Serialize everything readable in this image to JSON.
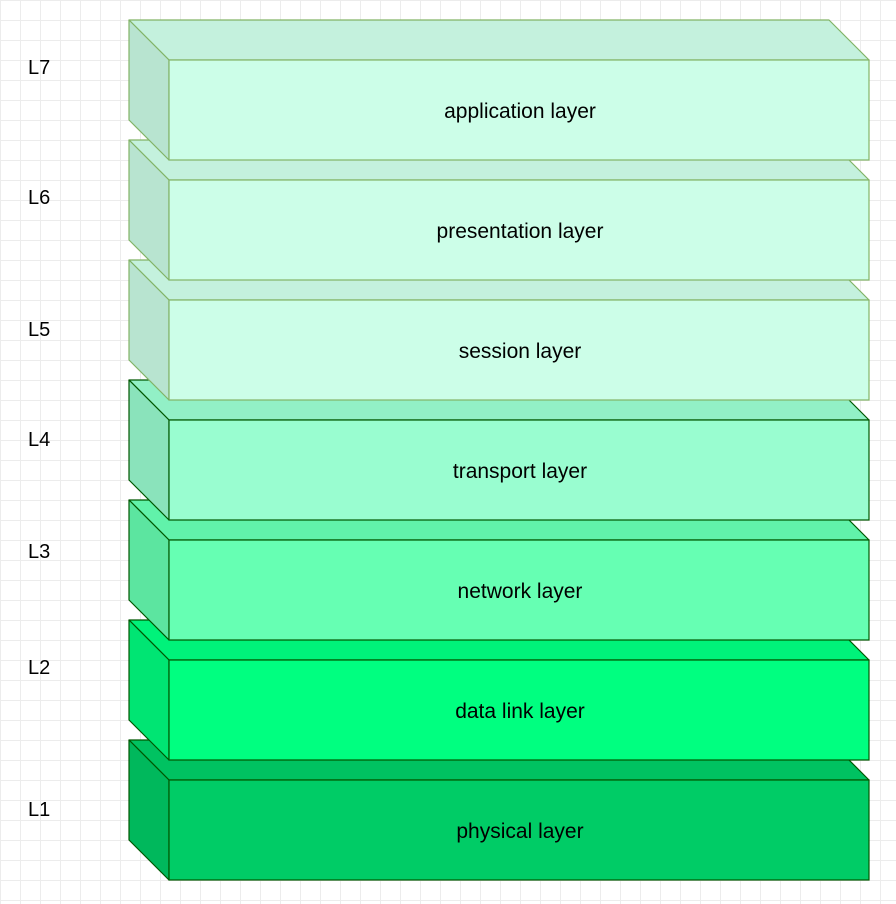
{
  "layers": [
    {
      "level": "L7",
      "name": "application layer",
      "front": "#ccfee8",
      "top": "#c4f1dd",
      "side": "#b8e4d0",
      "stroke": "#82b366"
    },
    {
      "level": "L6",
      "name": "presentation layer",
      "front": "#ccfee8",
      "top": "#c4f1dd",
      "side": "#b8e4d0",
      "stroke": "#82b366"
    },
    {
      "level": "L5",
      "name": "session layer",
      "front": "#ccfee8",
      "top": "#c4f1dd",
      "side": "#b8e4d0",
      "stroke": "#82b366"
    },
    {
      "level": "L4",
      "name": "transport layer",
      "front": "#99fdd0",
      "top": "#92f0c6",
      "side": "#8ae3bb",
      "stroke": "#005700"
    },
    {
      "level": "L3",
      "name": "network layer",
      "front": "#66ffb3",
      "top": "#61f2aa",
      "side": "#5ce5a0",
      "stroke": "#005700"
    },
    {
      "level": "L2",
      "name": "data link layer",
      "front": "#00ff80",
      "top": "#00f27a",
      "side": "#00e573",
      "stroke": "#005700"
    },
    {
      "level": "L1",
      "name": "physical layer",
      "front": "#00cc66",
      "top": "#00c261",
      "side": "#00b85c",
      "stroke": "#005700"
    }
  ]
}
